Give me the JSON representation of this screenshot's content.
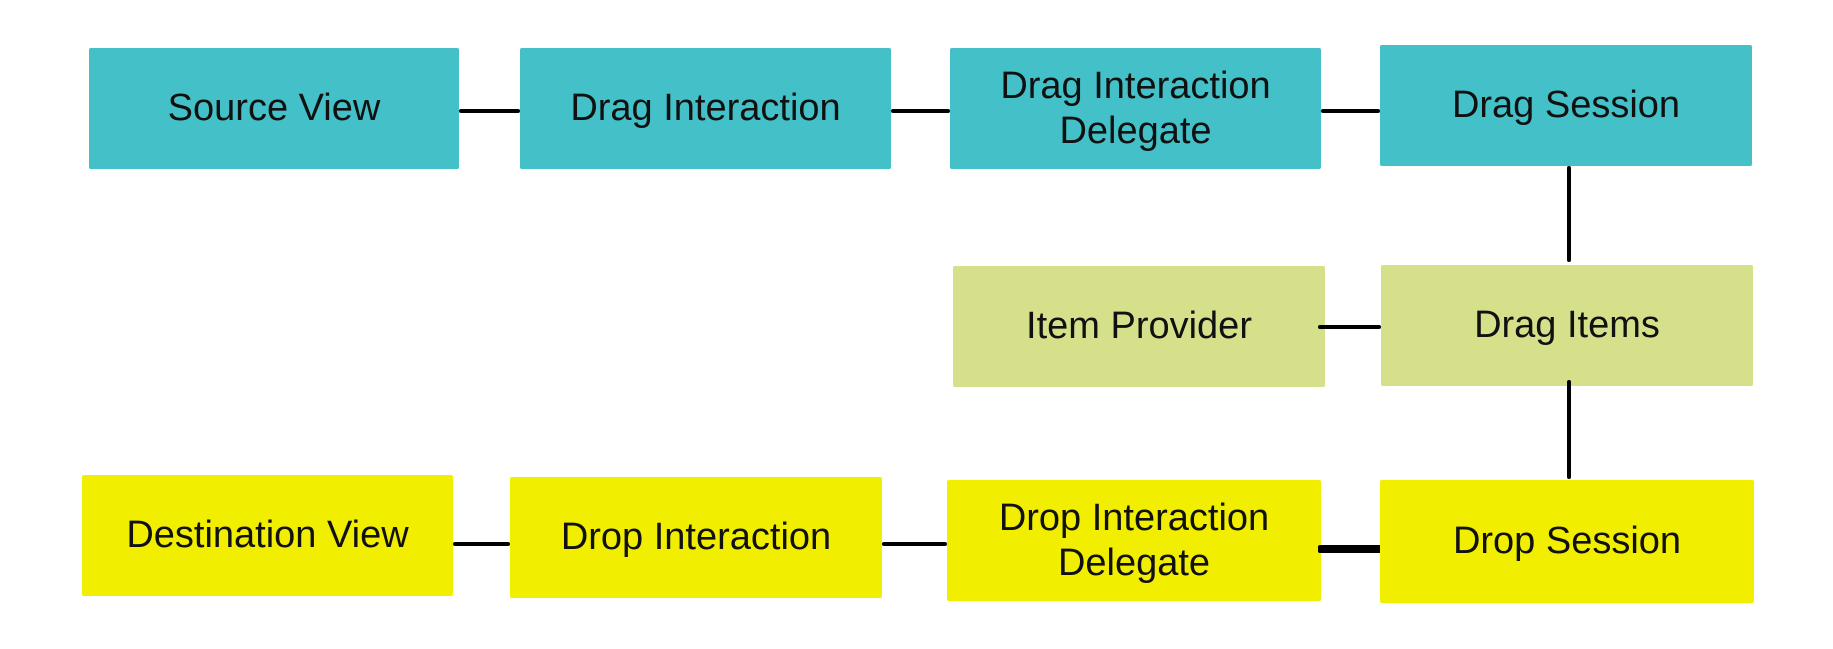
{
  "diagram": {
    "nodes": {
      "source_view": {
        "label": "Source View",
        "color": "#43c0c8"
      },
      "drag_interaction": {
        "label": "Drag Interaction",
        "color": "#43c0c8"
      },
      "drag_interaction_delegate": {
        "label": "Drag Interaction\nDelegate",
        "color": "#43c0c8"
      },
      "drag_session": {
        "label": "Drag Session",
        "color": "#43c0c8"
      },
      "item_provider": {
        "label": "Item Provider",
        "color": "#d6e08b"
      },
      "drag_items": {
        "label": "Drag Items",
        "color": "#d6e08b"
      },
      "destination_view": {
        "label": "Destination View",
        "color": "#f1ee00"
      },
      "drop_interaction": {
        "label": "Drop Interaction",
        "color": "#f1ee00"
      },
      "drop_interaction_delegate": {
        "label": "Drop Interaction\nDelegate",
        "color": "#f1ee00"
      },
      "drop_session": {
        "label": "Drop Session",
        "color": "#f1ee00"
      }
    },
    "edges": [
      {
        "from": "source_view",
        "to": "drag_interaction"
      },
      {
        "from": "drag_interaction",
        "to": "drag_interaction_delegate"
      },
      {
        "from": "drag_interaction_delegate",
        "to": "drag_session"
      },
      {
        "from": "drag_session",
        "to": "drag_items"
      },
      {
        "from": "item_provider",
        "to": "drag_items"
      },
      {
        "from": "drag_items",
        "to": "drop_session"
      },
      {
        "from": "destination_view",
        "to": "drop_interaction"
      },
      {
        "from": "drop_interaction",
        "to": "drop_interaction_delegate"
      },
      {
        "from": "drop_interaction_delegate",
        "to": "drop_session"
      }
    ]
  }
}
